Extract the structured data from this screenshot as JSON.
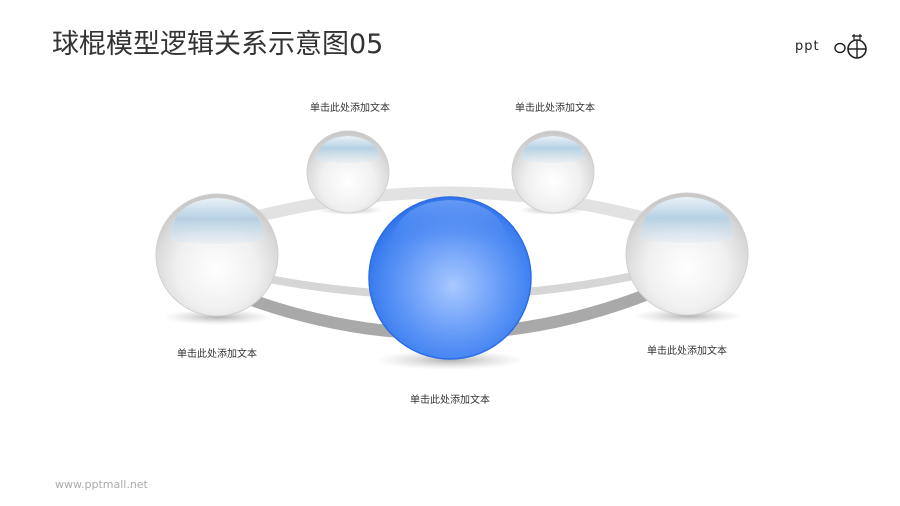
{
  "header": {
    "title": "球棍模型逻辑关系示意图05",
    "logo_text": "ppt",
    "logo_icon": "alarm-clock-icon"
  },
  "nodes": [
    {
      "id": "top-left",
      "label": "单击此处添加文本",
      "color": "white-glass"
    },
    {
      "id": "top-right",
      "label": "单击此处添加文本",
      "color": "white-glass"
    },
    {
      "id": "left",
      "label": "单击此处添加文本",
      "color": "white-glass"
    },
    {
      "id": "right",
      "label": "单击此处添加文本",
      "color": "white-glass"
    },
    {
      "id": "center",
      "label": "单击此处添加文本",
      "color": "#3d7ff0"
    }
  ],
  "colors": {
    "accent_blue": "#3d7ff0",
    "ring_light": "#dcdcdc",
    "ring_dark": "#a9a9a9",
    "title": "#333333",
    "footer": "#aaaaaa"
  },
  "footer": {
    "url": "www.pptmall.net"
  }
}
